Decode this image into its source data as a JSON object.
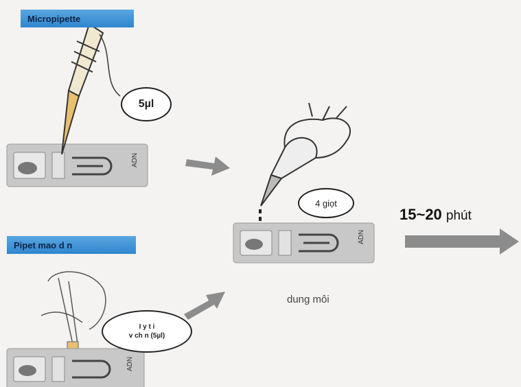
{
  "steps": {
    "micropipette": {
      "title": "Micropipette",
      "volume": "5µl"
    },
    "pipette": {
      "title": "Pipet mao d n",
      "volume_line1": "I y t i",
      "volume_line2": "v ch n (5µl)"
    },
    "buffer": {
      "drops": "4 giọt",
      "caption": "dung môi"
    },
    "timing": {
      "bold": "15~20",
      "rest": "phút"
    }
  },
  "colors": {
    "tag": "#3b8fd6",
    "arrow": "#8c8c8c",
    "cassette": "#c9c9c9"
  }
}
